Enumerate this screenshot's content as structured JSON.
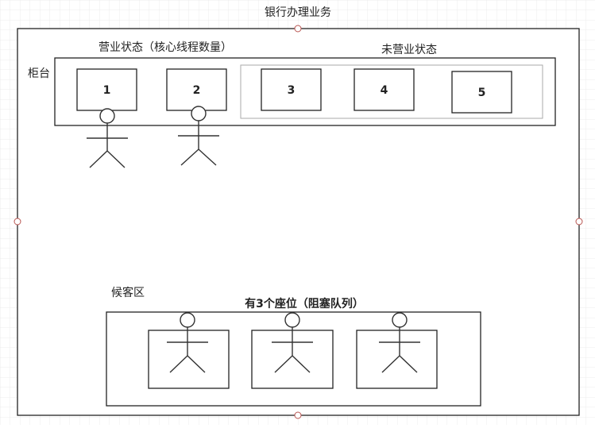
{
  "title": "银行办理业务",
  "counter": {
    "label": "柜台",
    "active_label": "营业状态（核心线程数量）",
    "inactive_label": "未营业状态",
    "windows": [
      "1",
      "2",
      "3",
      "4",
      "5"
    ]
  },
  "waiting": {
    "label": "候客区",
    "seats_label": "有3个座位（阻塞队列）"
  },
  "colors": {
    "stroke": "#222222",
    "inactive_stroke": "#aaaaaa",
    "handle": "#b85450",
    "grid": "#eeeeee"
  }
}
